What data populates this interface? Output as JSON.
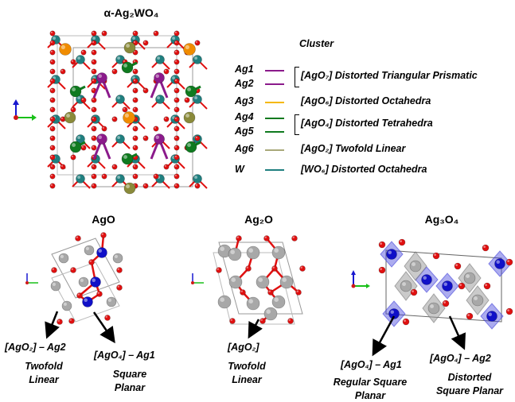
{
  "main_title": "α-Ag₂WO₄",
  "legend": {
    "header": "Cluster",
    "rows": [
      {
        "name": "Ag1",
        "color": "#8b1a8b"
      },
      {
        "name": "Ag2",
        "color": "#8b1a8b"
      },
      {
        "name": "Ag3",
        "color": "#f5b800"
      },
      {
        "name": "Ag4",
        "color": "#0f7a1f"
      },
      {
        "name": "Ag5",
        "color": "#0f7a1f"
      },
      {
        "name": "Ag6",
        "color": "#a9a97a"
      },
      {
        "name": "W",
        "color": "#1f7f7f"
      }
    ],
    "desc_ag12": "[AgO₇] Distorted  Triangular Prismatic",
    "desc_ag3": "[AgO₆] Distorted Octahedra",
    "desc_ag45": "[AgO₄] Distorted Tetrahedra",
    "desc_ag6": "[AgO₂] Twofold Linear",
    "desc_w": "[WO₆] Distorted Octahedra"
  },
  "ago": {
    "title": "AgO",
    "left_label": "[AgO₂] – Ag2",
    "left_desc": [
      "Twofold",
      "Linear"
    ],
    "right_label": "[AgO₄] – Ag1",
    "right_desc": [
      "Square",
      "Planar"
    ]
  },
  "ag2o": {
    "title": "Ag₂O",
    "label": "[AgO₂]",
    "desc": [
      "Twofold",
      "Linear"
    ]
  },
  "ag3o4": {
    "title": "Ag₃O₄",
    "left_label": "[AgO₄] – Ag1",
    "left_desc": [
      "Regular Square",
      "Planar"
    ],
    "right_label": "[AgO₄] – Ag2",
    "right_desc": [
      "Distorted",
      "Square Planar"
    ]
  },
  "colors": {
    "oxygen": "#e01010",
    "silver": "#a8a8a8",
    "blue_ag": "#1010c8",
    "teal_w": "#1f7f7f",
    "orange_ag3": "#f08c00",
    "olive_ag6": "#8a8a3a",
    "green_ag": "#0f7a1f",
    "purple_ag": "#8b1a8b"
  }
}
